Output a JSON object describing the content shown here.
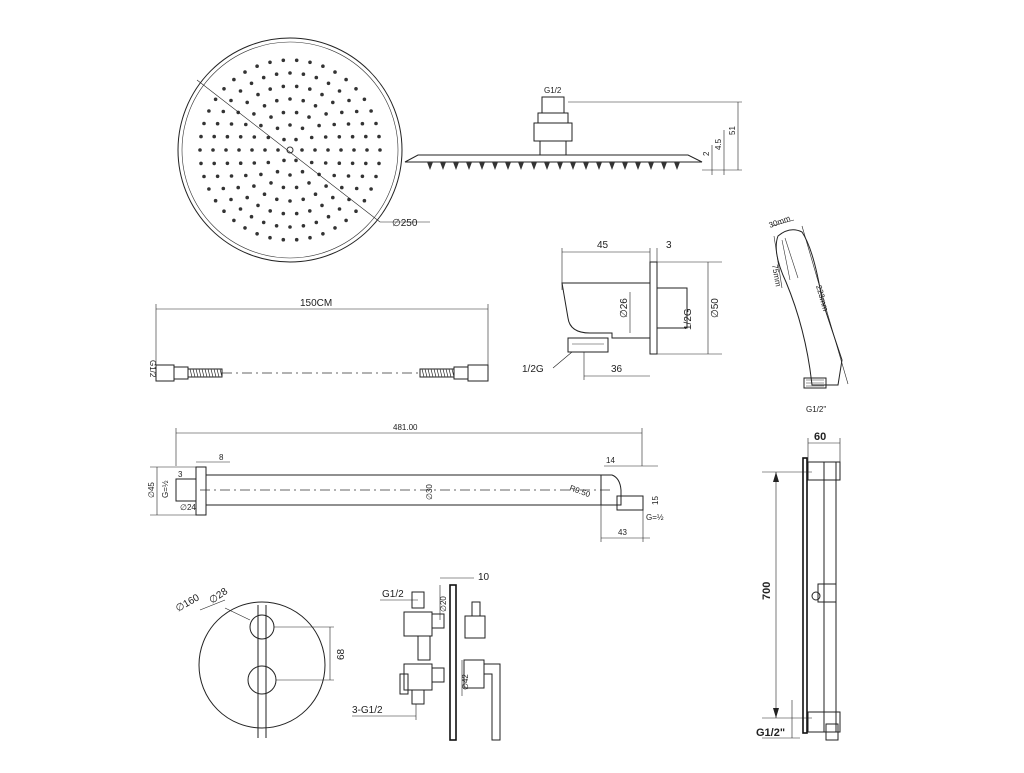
{
  "labels": {
    "shower_head_diameter": "∅250",
    "shower_head_inlet": "G1/2",
    "shower_head_height": "51",
    "shower_head_dim_a": "2",
    "shower_head_dim_b": "4.5",
    "hose_length": "150CM",
    "hose_thread": "G1/2",
    "elbow_width": "45",
    "elbow_plate": "3",
    "elbow_bore": "∅26",
    "elbow_thread": "1/2G",
    "elbow_plate_dia": "∅50",
    "elbow_bottom_thread": "1/2G",
    "elbow_depth": "36",
    "handheld_head_width": "30mm",
    "handheld_face": "75mm",
    "handheld_length": "223mm",
    "handheld_thread": "G1/2\"",
    "arm_length": "481.00",
    "arm_dim_8": "8",
    "arm_dim_3": "3",
    "arm_flange": "∅45",
    "arm_thread_left": "G=½",
    "arm_pipe": "∅30",
    "arm_tip": "14",
    "arm_radius": "R9.50",
    "arm_dim_15": "15",
    "arm_thread_right": "G=½",
    "arm_dim_43": "43",
    "arm_dim_24": "∅24",
    "plate_dia": "∅160",
    "handle_dia": "∅28",
    "handle_spacing": "68",
    "valve_top_thread": "G1/2",
    "valve_outlet": "∅20",
    "valve_depth": "10",
    "valve_body": "∅42",
    "valve_ports": "3-G1/2",
    "rail_width": "60",
    "rail_height": "700",
    "rail_thread": "G1/2\""
  }
}
